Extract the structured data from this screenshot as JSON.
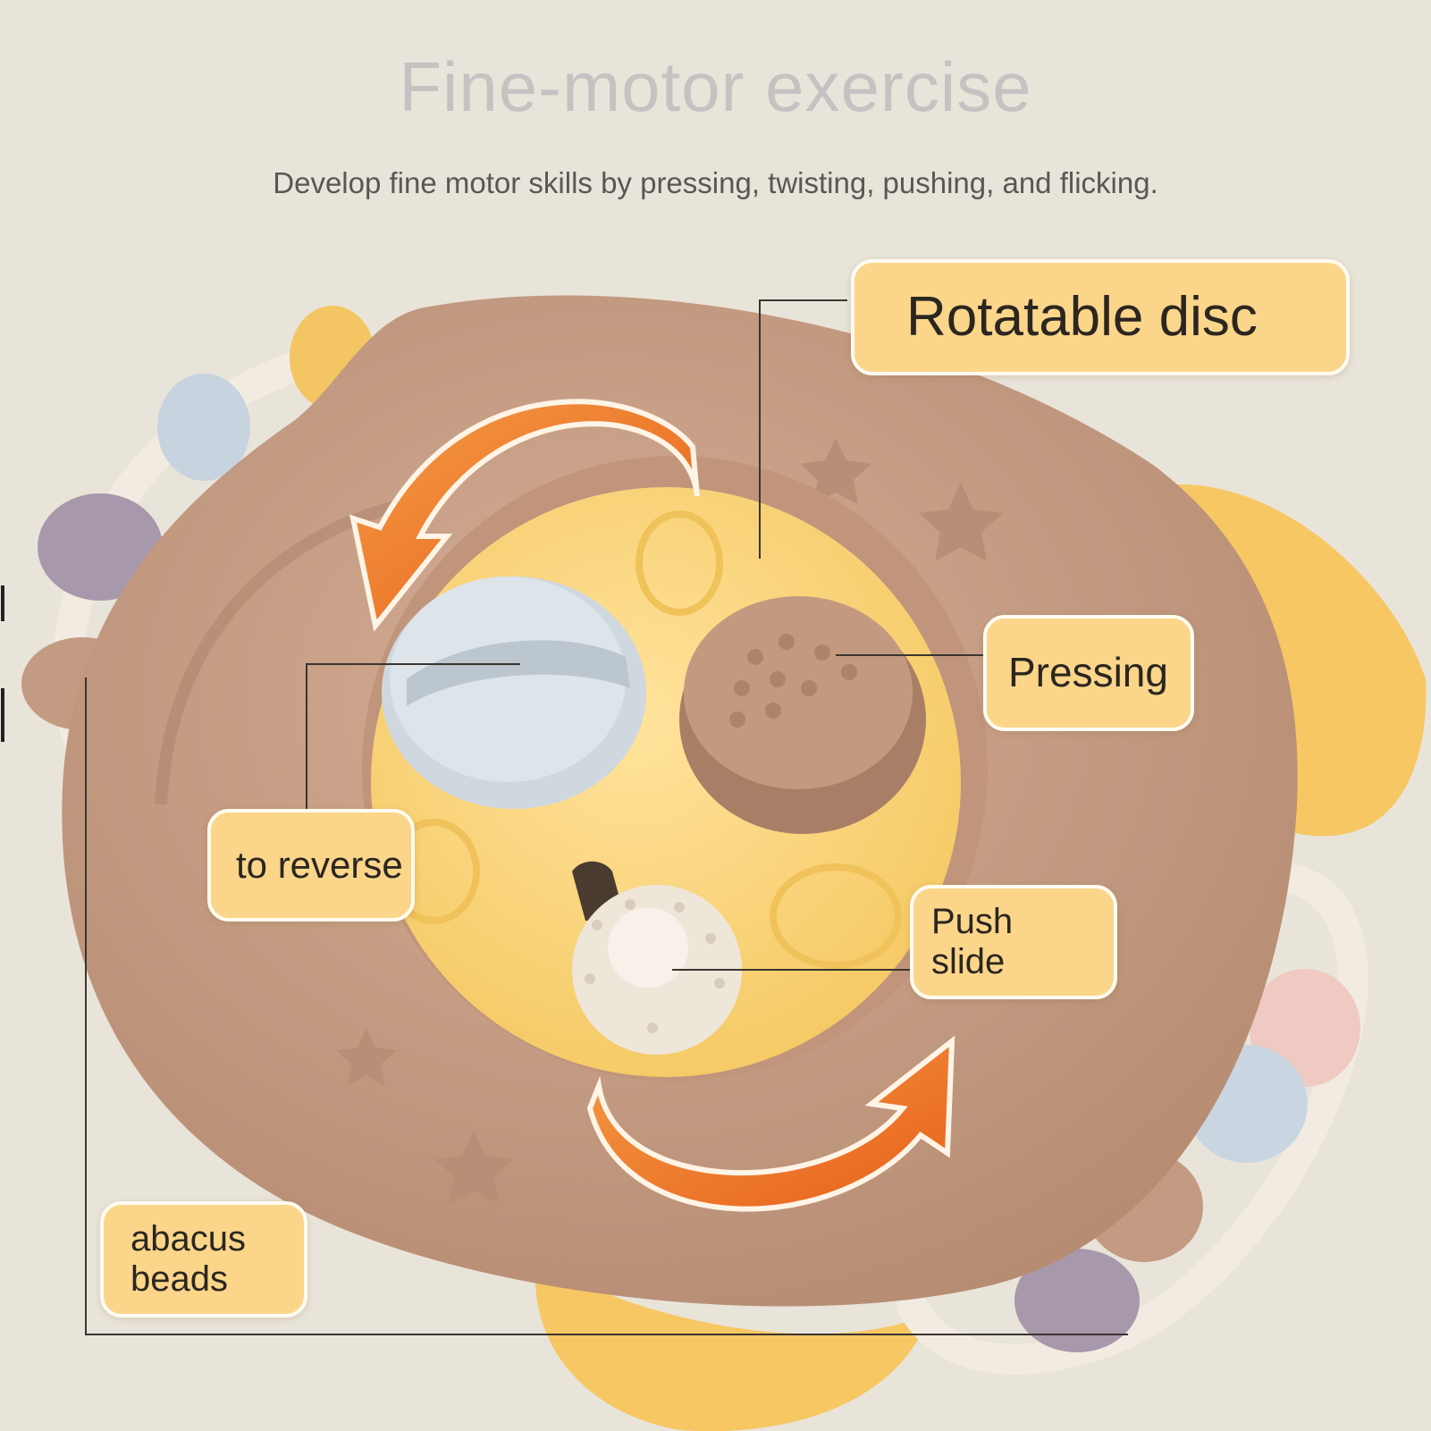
{
  "heading": {
    "title": "Fine-motor exercise",
    "subtitle": "Develop fine motor skills by pressing, twisting, pushing, and flicking."
  },
  "callouts": {
    "rotatable_disc": "Rotatable disc",
    "pressing": "Pressing",
    "to_reverse": "to reverse",
    "push_slide": "Push\nslide",
    "abacus_beads": "abacus\nbeads"
  },
  "colors": {
    "background": "#e9e4d9",
    "toy_body": "#caa28a",
    "disc": "#fbd47a",
    "callout": "#fbd68a",
    "arrow": "#f07a22",
    "ear": "#f6c763",
    "twist_knob": "#dbe2e9",
    "press_button": "#c09477",
    "slide_button": "#f3ece3"
  }
}
